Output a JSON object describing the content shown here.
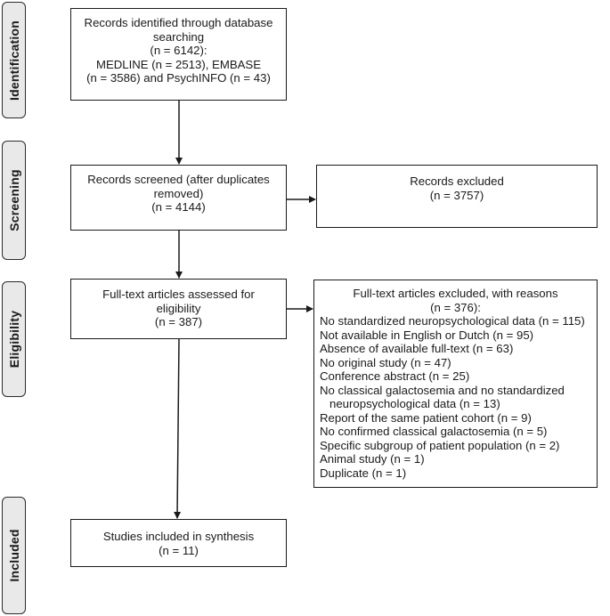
{
  "phases": {
    "identification": "Identification",
    "screening": "Screening",
    "eligibility": "Eligibility",
    "included": "Included"
  },
  "identified": {
    "lines": [
      "Records identified through database",
      "searching",
      "(n = 6142):",
      "MEDLINE (n = 2513), EMBASE",
      "(n = 3586) and PsychINFO (n = 43)"
    ]
  },
  "screened": {
    "lines": [
      "Records screened (after duplicates",
      "removed)",
      "(n = 4144)"
    ]
  },
  "excluded_records": {
    "lines": [
      "Records excluded",
      "(n = 3757)"
    ]
  },
  "fulltext_assessed": {
    "lines": [
      "Full-text articles assessed for",
      "eligibility",
      "(n = 387)"
    ]
  },
  "fulltext_excluded": {
    "header": [
      "Full-text articles excluded, with reasons",
      "(n = 376):"
    ],
    "reasons": [
      "No standardized neuropsychological data (n = 115)",
      "Not available in English or Dutch (n = 95)",
      "Absence of available full-text (n = 63)",
      "No original study (n = 47)",
      "Conference abstract (n = 25)",
      "No classical galactosemia and no standardized",
      "neuropsychological data (n = 13)",
      "Report of the same patient cohort (n = 9)",
      "No confirmed classical galactosemia (n = 5)",
      "Specific subgroup of patient population (n = 2)",
      "Animal study (n = 1)",
      "Duplicate (n = 1)"
    ]
  },
  "included": {
    "lines": [
      "Studies included in synthesis",
      "(n = 11)"
    ]
  },
  "colors": {
    "phase_fill": "#e9e9e9",
    "border": "#1a1a1a"
  }
}
